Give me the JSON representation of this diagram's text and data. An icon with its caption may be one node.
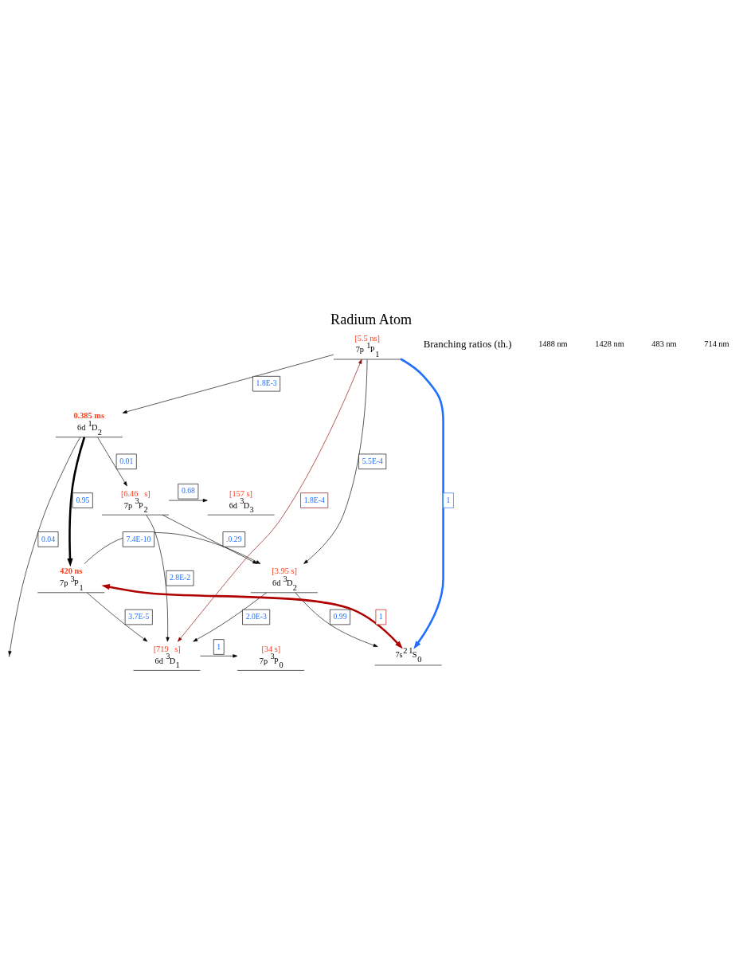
{
  "diagram": {
    "title": "Radium Atom",
    "nodes": [
      {
        "text": [
          "[5.5 ns]",
          "7p $^{1}$P$_{1}$"
        ]
      },
      {
        "text": [
          "0.385 ms",
          "6d $^{1}$D$_{2}$"
        ]
      },
      {
        "text": [
          "[6.46   s]",
          "7p $^{3}$P$_{2}$"
        ]
      },
      {
        "text": [
          "[157 s]",
          "6d $^{3}$D$_{3}$"
        ]
      },
      {
        "text": [
          "420 ns",
          "7p $^{3}$P$_{1}$"
        ]
      },
      {
        "text": [
          "[3.95 s]",
          "6d $^{3}$D$_{2}$"
        ]
      },
      {
        "text": [
          "[719   s]",
          "6d $^{3}$D$_{1}$"
        ]
      },
      {
        "text": [
          "[34 s]",
          "7p $^{3}$P$_{0}$"
        ]
      },
      {
        "text": [
          "7s$^{2}$ $^{1}$S$_{0}$"
        ]
      }
    ],
    "edges": [
      {
        "from": 0,
        "to": 8,
        "arrow": "to",
        "label": "1",
        "style": "thick",
        "color": "#1e6fff"
      },
      {
        "from": 0,
        "to": 1,
        "arrow": "to",
        "label": "1.8E-3"
      },
      {
        "from": 0,
        "to": 5,
        "arrow": "to",
        "label": "5.5E-4"
      },
      {
        "from": 6,
        "to": 0,
        "arrow": "both",
        "label": "1.8E-4",
        "color": "#8b0000"
      },
      {
        "from": 1,
        "to": 2,
        "arrow": "to",
        "label": "0.01"
      },
      {
        "from": 1,
        "to": 4,
        "arrow": "to",
        "label": "0.95",
        "style": "thick"
      },
      {
        "from": 1,
        "to": null,
        "arrow": "to",
        "label": "0.04"
      },
      {
        "from": 2,
        "to": 3,
        "arrow": "to",
        "label": "0.68"
      },
      {
        "from": 2,
        "to": 5,
        "arrow": "to",
        "label": ".0.29"
      },
      {
        "from": 2,
        "to": 6,
        "arrow": "to",
        "label": "2.8E-2"
      },
      {
        "from": 4,
        "to": 5,
        "arrow": "to",
        "label": "7.4E-10"
      },
      {
        "from": 4,
        "to": 6,
        "arrow": "to",
        "label": "3.7E-5"
      },
      {
        "from": 5,
        "to": 8,
        "arrow": "to",
        "label": "0.99"
      },
      {
        "from": 5,
        "to": 6,
        "arrow": "to",
        "label": "2.0E-3"
      },
      {
        "from": 6,
        "to": 7,
        "arrow": "to",
        "label": "1"
      },
      {
        "from": 8,
        "to": 4,
        "arrow": "both",
        "label": "1",
        "style": "thick",
        "color": "#b00000"
      }
    ],
    "labels": [
      "Branching ratios (th.)",
      "1488 nm",
      "1428 nm",
      "483 nm",
      "714 nm"
    ]
  }
}
